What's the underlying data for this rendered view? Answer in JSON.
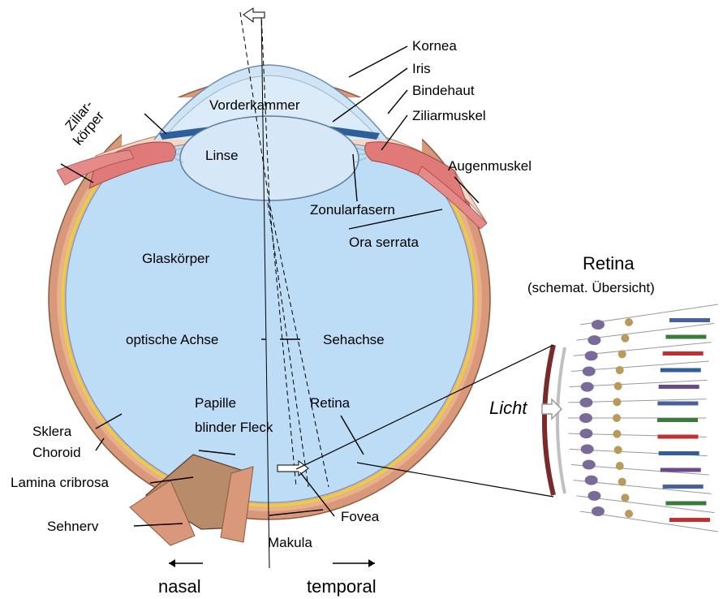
{
  "labels": {
    "kornea": "Kornea",
    "iris": "Iris",
    "bindehaut": "Bindehaut",
    "ziliarmuskel": "Ziliarmuskel",
    "ziliar_line1": "Ziliar-",
    "ziliar_line2": "körper",
    "vorderkammer": "Vorderkammer",
    "linse": "Linse",
    "augenmuskel": "Augenmuskel",
    "zonularfasern": "Zonularfasern",
    "ora_serrata": "Ora serrata",
    "glaskoerper": "Glaskörper",
    "optische_achse": "optische Achse",
    "sehachse": "Sehachse",
    "papille": "Papille",
    "blinder_fleck": "blinder Fleck",
    "retina": "Retina",
    "sklera": "Sklera",
    "choroid": "Choroid",
    "lamina_cribrosa": "Lamina cribrosa",
    "sehnerv": "Sehnerv",
    "fovea": "Fovea",
    "makula": "Makula",
    "nasal": "nasal",
    "temporal": "temporal"
  },
  "inset": {
    "title": "Retina",
    "subtitle": "(schemat. Übersicht)",
    "licht": "Licht"
  },
  "colors": {
    "vitreous": "#bddcf5",
    "sclera": "#d9987a",
    "choroid": "#e8b08c",
    "retina_line": "#e6d23a",
    "iris": "#2f5f9a",
    "ciliary": "#e07a78",
    "optic_nerve": "#b88b6a"
  }
}
